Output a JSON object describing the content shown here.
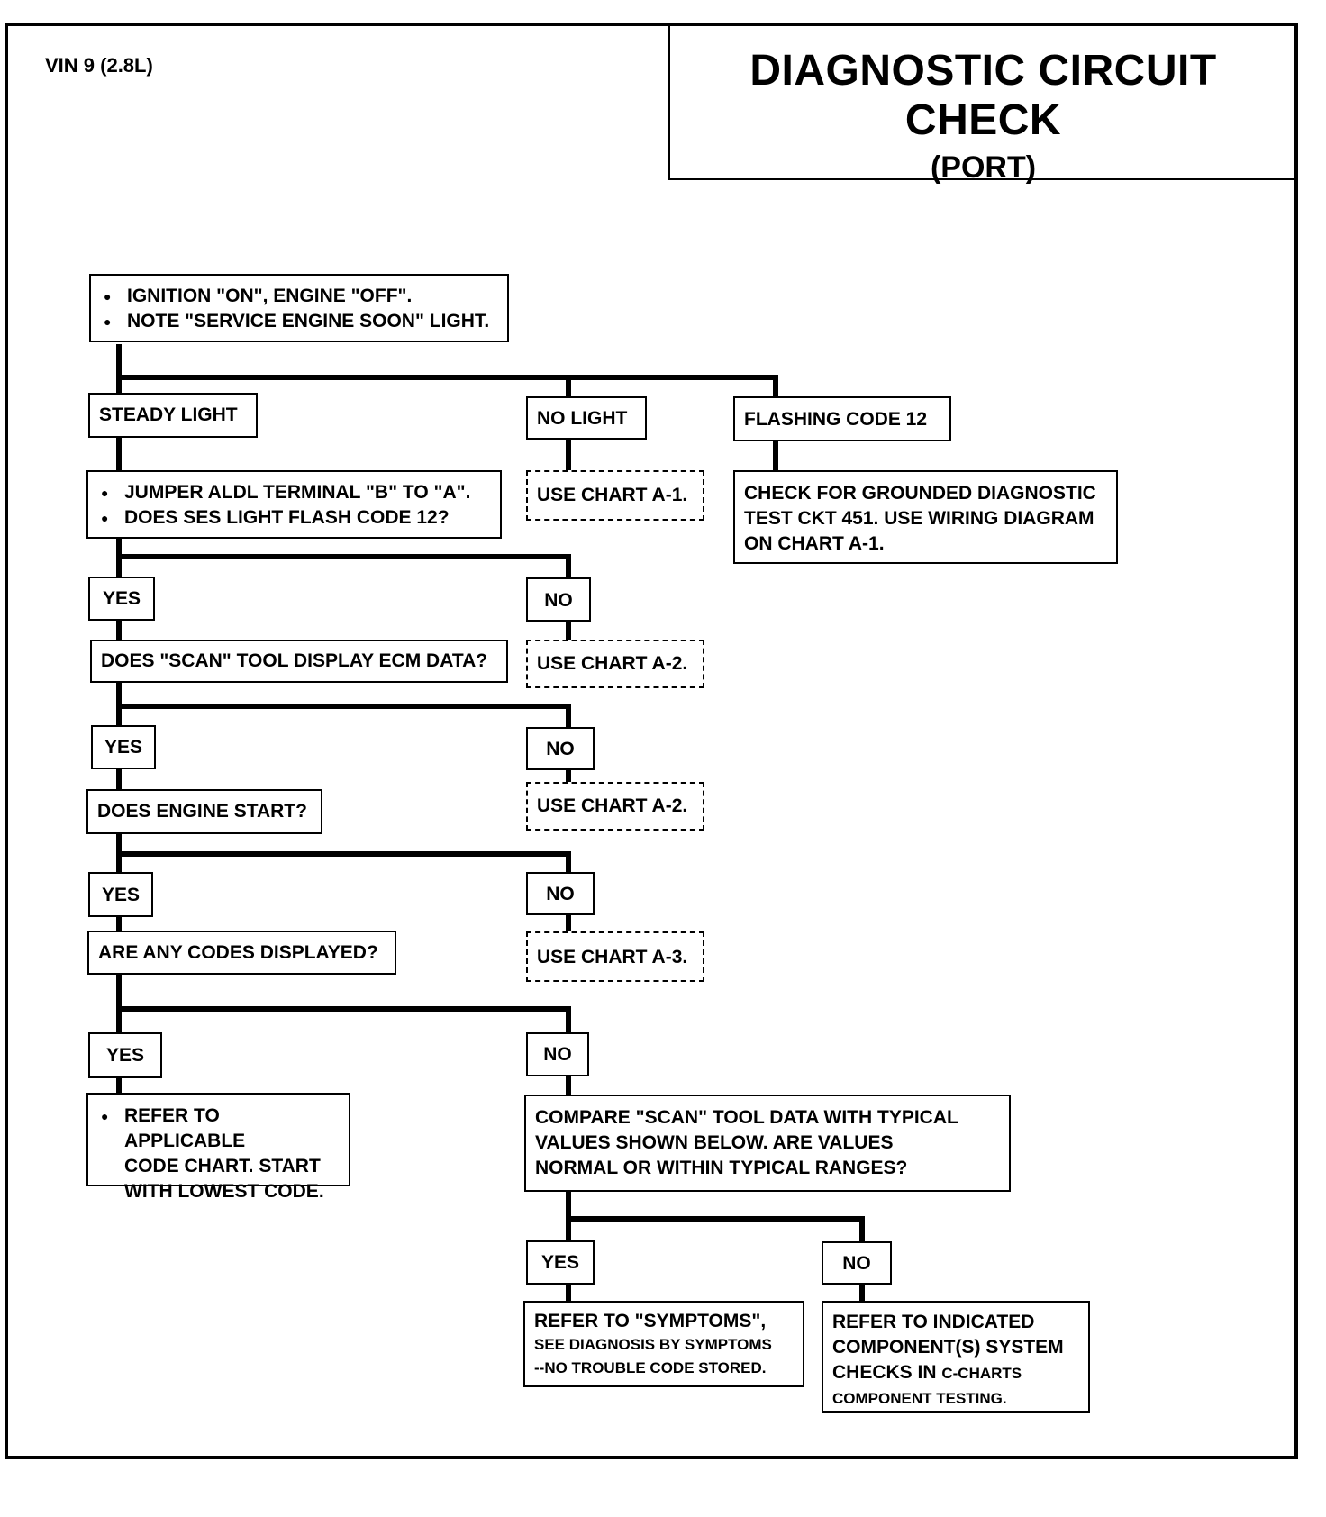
{
  "header": {
    "vin": "VIN 9 (2.8L)",
    "title": "DIAGNOSTIC CIRCUIT CHECK",
    "subtitle": "(PORT)"
  },
  "nodes": {
    "start": [
      "IGNITION \"ON\", ENGINE  \"OFF\".",
      "NOTE \"SERVICE ENGINE SOON\" LIGHT."
    ],
    "steady_light": "STEADY LIGHT",
    "no_light": "NO LIGHT",
    "flashing_code": "FLASHING CODE 12",
    "jumper": [
      "JUMPER  ALDL TERMINAL \"B\" TO \"A\".",
      "DOES SES LIGHT FLASH CODE 12?"
    ],
    "use_a1": "USE CHART A-1.",
    "check_grounded": [
      "CHECK FOR GROUNDED DIAGNOSTIC",
      "TEST CKT 451.  USE WIRING DIAGRAM",
      "ON CHART A-1."
    ],
    "yes_1": "YES",
    "no_1": "NO",
    "scan_display": "DOES \"SCAN\" TOOL DISPLAY ECM DATA?",
    "use_a2_1": "USE CHART A-2.",
    "yes_2": "YES",
    "no_2": "NO",
    "engine_start": "DOES ENGINE START?",
    "use_a2_2": "USE CHART A-2.",
    "yes_3": "YES",
    "no_3": "NO",
    "codes_displayed": "ARE ANY CODES DISPLAYED?",
    "use_a3": "USE CHART A-3.",
    "yes_4": "YES",
    "no_4": "NO",
    "refer_code_chart": [
      "REFER TO APPLICABLE",
      "CODE CHART.  START",
      "WITH LOWEST CODE."
    ],
    "compare_scan": [
      "COMPARE \"SCAN\" TOOL DATA WITH TYPICAL",
      "VALUES SHOWN BELOW.   ARE VALUES",
      "NORMAL OR WITHIN TYPICAL RANGES?"
    ],
    "yes_5": "YES",
    "no_5": "NO",
    "refer_symptoms": [
      "REFER TO \"SYMPTOMS\",",
      "SEE DIAGNOSIS BY SYMPTOMS",
      "--NO  TROUBLE CODE STORED."
    ],
    "refer_component": [
      "REFER TO INDICATED",
      "COMPONENT(S) SYSTEM",
      "CHECKS IN",
      "C-CHARTS",
      "COMPONENT TESTING."
    ]
  }
}
